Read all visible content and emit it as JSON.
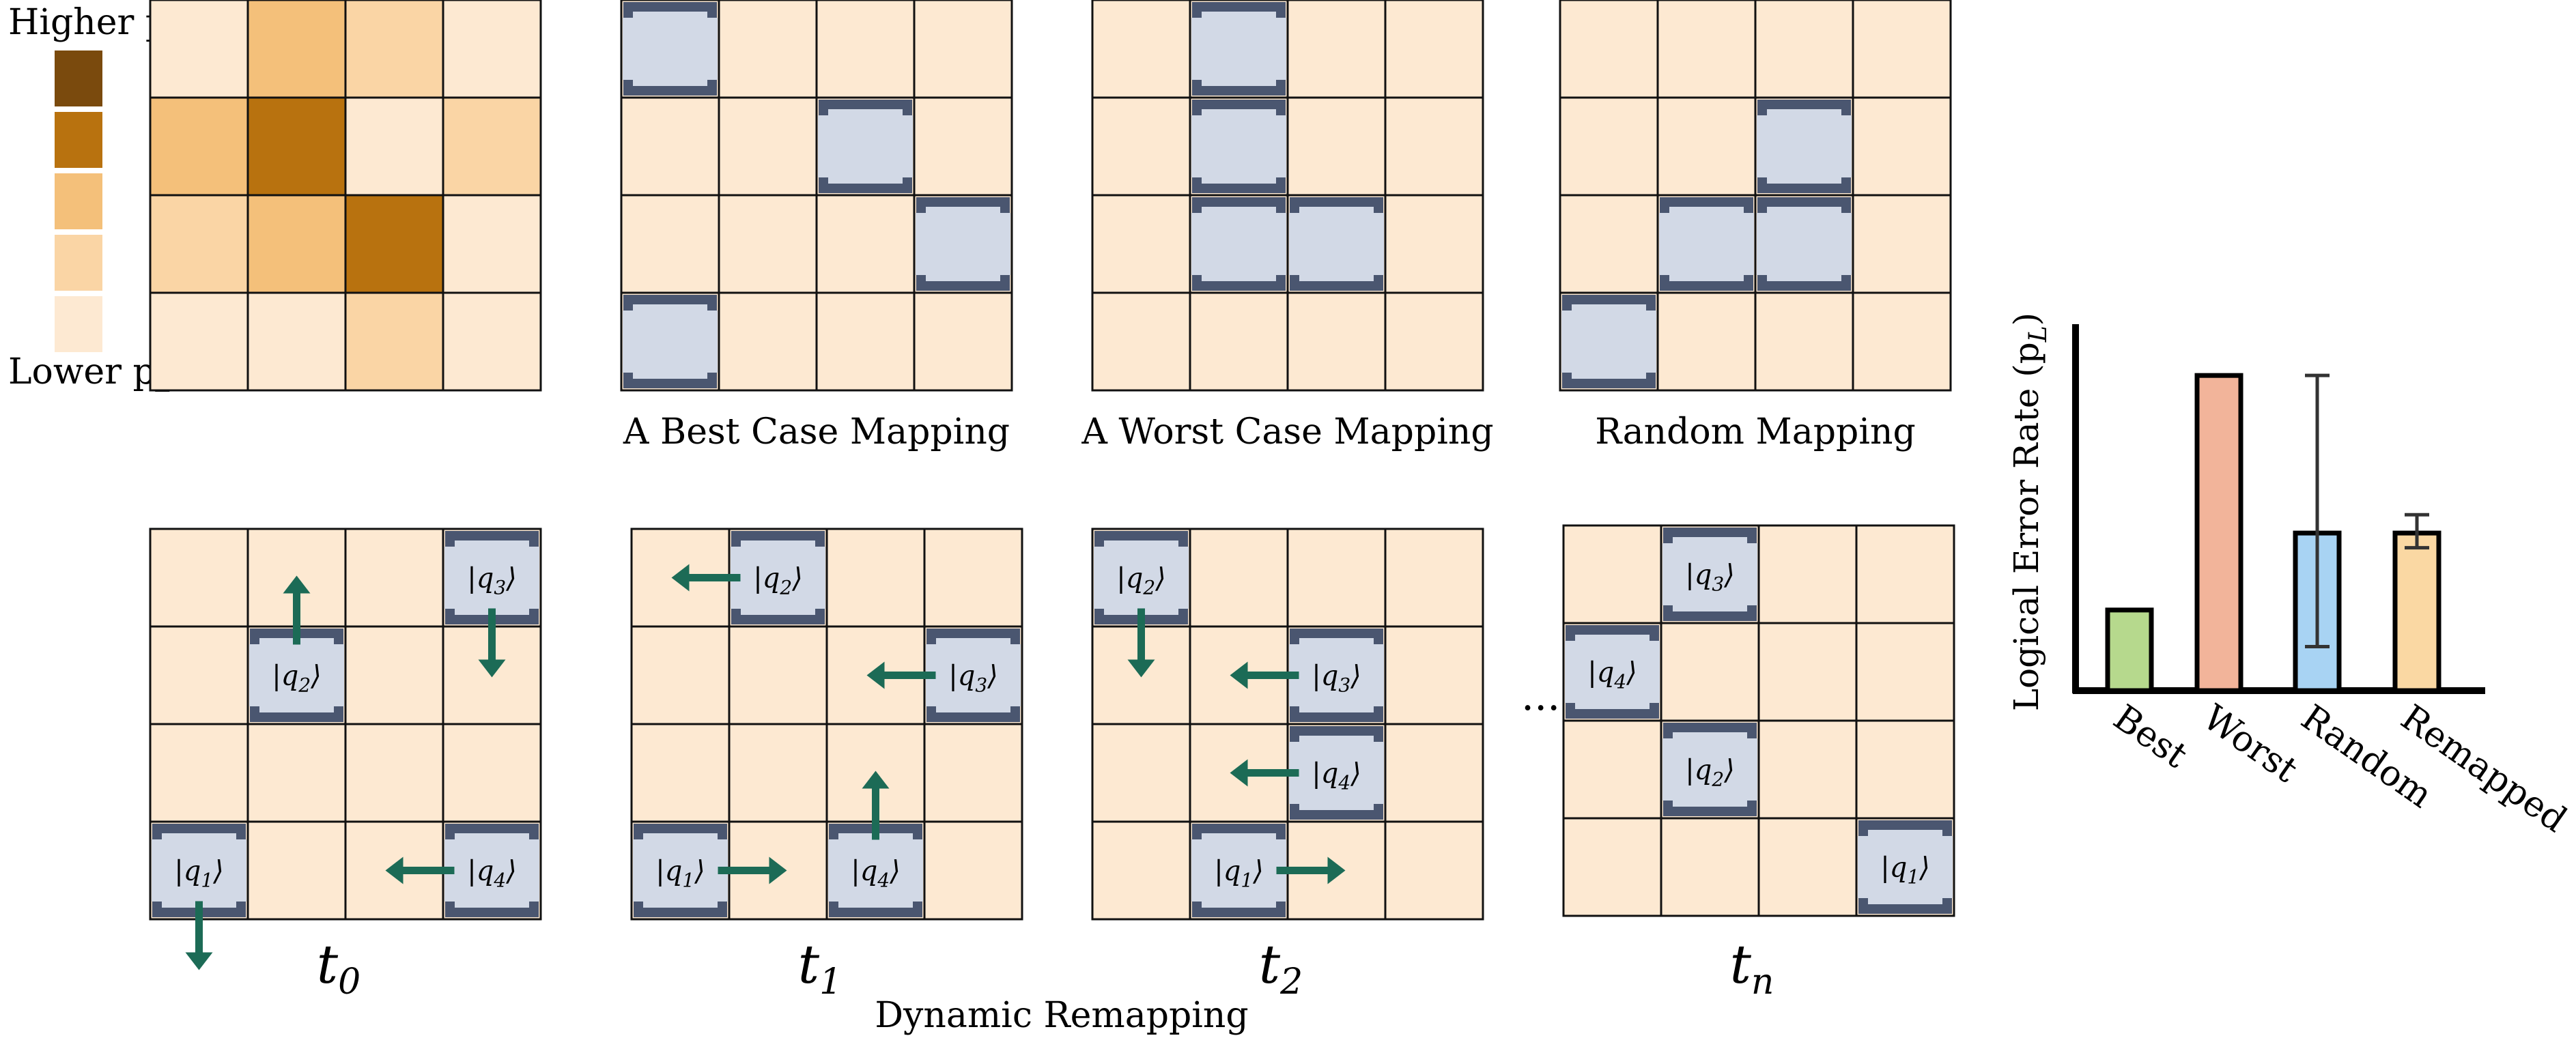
{
  "colors": {
    "cell_base": "#fde9d2",
    "grid_line": "#111111",
    "heat_levels": [
      "#7a4a0d",
      "#b8720f",
      "#f4c07a",
      "#fad5a5",
      "#fde9d2"
    ],
    "qubit_fill": "#d2d9e6",
    "qubit_border": "#4a5670",
    "arrow": "#1c6b56",
    "bars": [
      "#b6d98d",
      "#f2b49a",
      "#a8d3f3",
      "#fad8a3"
    ],
    "errorbar": "#333333"
  },
  "legend": {
    "higher_label": "Higher p",
    "higher_sub": "L",
    "lower_label": "Lower p",
    "lower_sub": "L"
  },
  "heatmap": [
    [
      4,
      2,
      3,
      4
    ],
    [
      2,
      1,
      4,
      3
    ],
    [
      3,
      2,
      1,
      4
    ],
    [
      4,
      4,
      3,
      4
    ]
  ],
  "mappings": [
    {
      "caption": "A Best Case Mapping",
      "qubits": [
        [
          0,
          0
        ],
        [
          1,
          2
        ],
        [
          2,
          3
        ],
        [
          3,
          0
        ]
      ]
    },
    {
      "caption": "A Worst Case Mapping",
      "qubits": [
        [
          0,
          1
        ],
        [
          1,
          1
        ],
        [
          2,
          1
        ],
        [
          2,
          2
        ]
      ]
    },
    {
      "caption": "Random Mapping",
      "qubits": [
        [
          1,
          2
        ],
        [
          2,
          1
        ],
        [
          2,
          2
        ],
        [
          3,
          0
        ]
      ]
    }
  ],
  "remapping": {
    "caption": "Dynamic Remapping",
    "ellipsis": "...",
    "steps": [
      {
        "label": "t",
        "sub": "0",
        "qubits": [
          {
            "r": 3,
            "c": 0,
            "label": "|q",
            "sub": "1",
            "close": "⟩"
          },
          {
            "r": 1,
            "c": 1,
            "label": "|q",
            "sub": "2",
            "close": "⟩"
          },
          {
            "r": 0,
            "c": 3,
            "label": "|q",
            "sub": "3",
            "close": "⟩"
          },
          {
            "r": 3,
            "c": 3,
            "label": "|q",
            "sub": "4",
            "close": "⟩"
          }
        ],
        "arrows": [
          {
            "r": 3,
            "c": 0,
            "dir": "down"
          },
          {
            "r": 1,
            "c": 1,
            "dir": "up"
          },
          {
            "r": 0,
            "c": 3,
            "dir": "down"
          },
          {
            "r": 3,
            "c": 3,
            "dir": "left"
          }
        ]
      },
      {
        "label": "t",
        "sub": "1",
        "qubits": [
          {
            "r": 3,
            "c": 0,
            "label": "|q",
            "sub": "1",
            "close": "⟩"
          },
          {
            "r": 0,
            "c": 1,
            "label": "|q",
            "sub": "2",
            "close": "⟩"
          },
          {
            "r": 1,
            "c": 3,
            "label": "|q",
            "sub": "3",
            "close": "⟩"
          },
          {
            "r": 3,
            "c": 2,
            "label": "|q",
            "sub": "4",
            "close": "⟩"
          }
        ],
        "arrows": [
          {
            "r": 3,
            "c": 0,
            "dir": "right"
          },
          {
            "r": 0,
            "c": 1,
            "dir": "left"
          },
          {
            "r": 1,
            "c": 3,
            "dir": "left"
          },
          {
            "r": 3,
            "c": 2,
            "dir": "up"
          }
        ]
      },
      {
        "label": "t",
        "sub": "2",
        "qubits": [
          {
            "r": 3,
            "c": 1,
            "label": "|q",
            "sub": "1",
            "close": "⟩"
          },
          {
            "r": 0,
            "c": 0,
            "label": "|q",
            "sub": "2",
            "close": "⟩"
          },
          {
            "r": 1,
            "c": 2,
            "label": "|q",
            "sub": "3",
            "close": "⟩"
          },
          {
            "r": 2,
            "c": 2,
            "label": "|q",
            "sub": "4",
            "close": "⟩"
          }
        ],
        "arrows": [
          {
            "r": 3,
            "c": 1,
            "dir": "right"
          },
          {
            "r": 0,
            "c": 0,
            "dir": "down"
          },
          {
            "r": 1,
            "c": 2,
            "dir": "left"
          },
          {
            "r": 2,
            "c": 2,
            "dir": "left"
          }
        ]
      },
      {
        "label": "t",
        "sub": "n",
        "qubits": [
          {
            "r": 3,
            "c": 3,
            "label": "|q",
            "sub": "1",
            "close": "⟩"
          },
          {
            "r": 2,
            "c": 1,
            "label": "|q",
            "sub": "2",
            "close": "⟩"
          },
          {
            "r": 0,
            "c": 1,
            "label": "|q",
            "sub": "3",
            "close": "⟩"
          },
          {
            "r": 1,
            "c": 0,
            "label": "|q",
            "sub": "4",
            "close": "⟩"
          }
        ],
        "arrows": []
      }
    ]
  },
  "chart_data": {
    "type": "bar",
    "ylabel": "Logical Error Rate (p",
    "ylabel_sub": "L",
    "ylabel_close": ")",
    "categories": [
      "Best",
      "Worst",
      "Random",
      "Remapped"
    ],
    "values": [
      0.22,
      0.86,
      0.43,
      0.43
    ],
    "error": [
      null,
      null,
      [
        0.12,
        0.86
      ],
      [
        0.39,
        0.48
      ]
    ],
    "ylim": [
      0,
      1
    ]
  }
}
